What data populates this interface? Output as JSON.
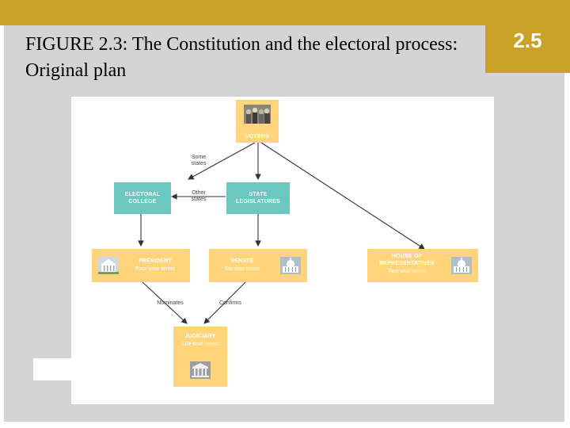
{
  "slide": {
    "title": "FIGURE 2.3: The Constitution and the electoral process: Original plan",
    "number": "2.5"
  },
  "colors": {
    "accent_gold": "#c9a227",
    "panel_gray": "#d4d4d4",
    "node_yellow": "#ffd47a",
    "node_teal": "#6cc7c0",
    "arrow": "#333333"
  },
  "diagram": {
    "nodes": {
      "voters": {
        "label": "VOTERS",
        "icon": "crowd-photo-icon"
      },
      "electoral_college": {
        "label_line1": "ELECTORAL",
        "label_line2": "COLLEGE"
      },
      "state_legislatures": {
        "label_line1": "STATE",
        "label_line2": "LEGISLATURES"
      },
      "president": {
        "label": "PRESIDENT",
        "term": "Four-year terms",
        "icon": "white-house-icon"
      },
      "senate": {
        "label": "SENATE",
        "term": "Six-year terms",
        "icon": "capitol-icon"
      },
      "house": {
        "label_line1": "HOUSE OF",
        "label_line2": "REPRESENTATIVES",
        "term": "Two-year terms",
        "icon": "capitol-icon"
      },
      "judiciary": {
        "label": "JUDICIARY",
        "term": "Life-time terms",
        "icon": "supreme-court-icon"
      }
    },
    "edge_labels": {
      "some_states_line1": "Some",
      "some_states_line2": "states",
      "other_states_line1": "Other",
      "other_states_line2": "states",
      "nominates": "Nominates",
      "confirms": "Confirms"
    }
  }
}
